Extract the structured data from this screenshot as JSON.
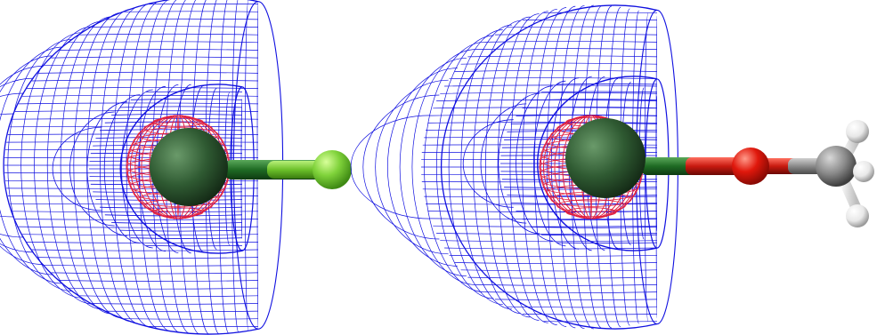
{
  "colors": {
    "background": "#ffffff",
    "outer_isosurface_mesh": "#1010e0",
    "inner_isosurface_mesh": "#e02040",
    "metal_atom": "#2f5a32",
    "metal_bond": "#1f6b24",
    "halogen_atom": "#7fd23a",
    "halogen_bond": "#6cc02a",
    "oxygen_atom": "#e0180c",
    "oxygen_bond": "#c81a10",
    "carbon_atom": "#8a8a8a",
    "hydrogen_atom": "#f2f2f2"
  },
  "molecules": [
    {
      "id": "left",
      "name_icon": "metal-halide-molecule-icon",
      "atoms": [
        "metal",
        "halogen"
      ]
    },
    {
      "id": "right",
      "name_icon": "metal-methoxide-molecule-icon",
      "atoms": [
        "metal",
        "oxygen",
        "carbon",
        "hydrogen",
        "hydrogen",
        "hydrogen"
      ]
    }
  ]
}
